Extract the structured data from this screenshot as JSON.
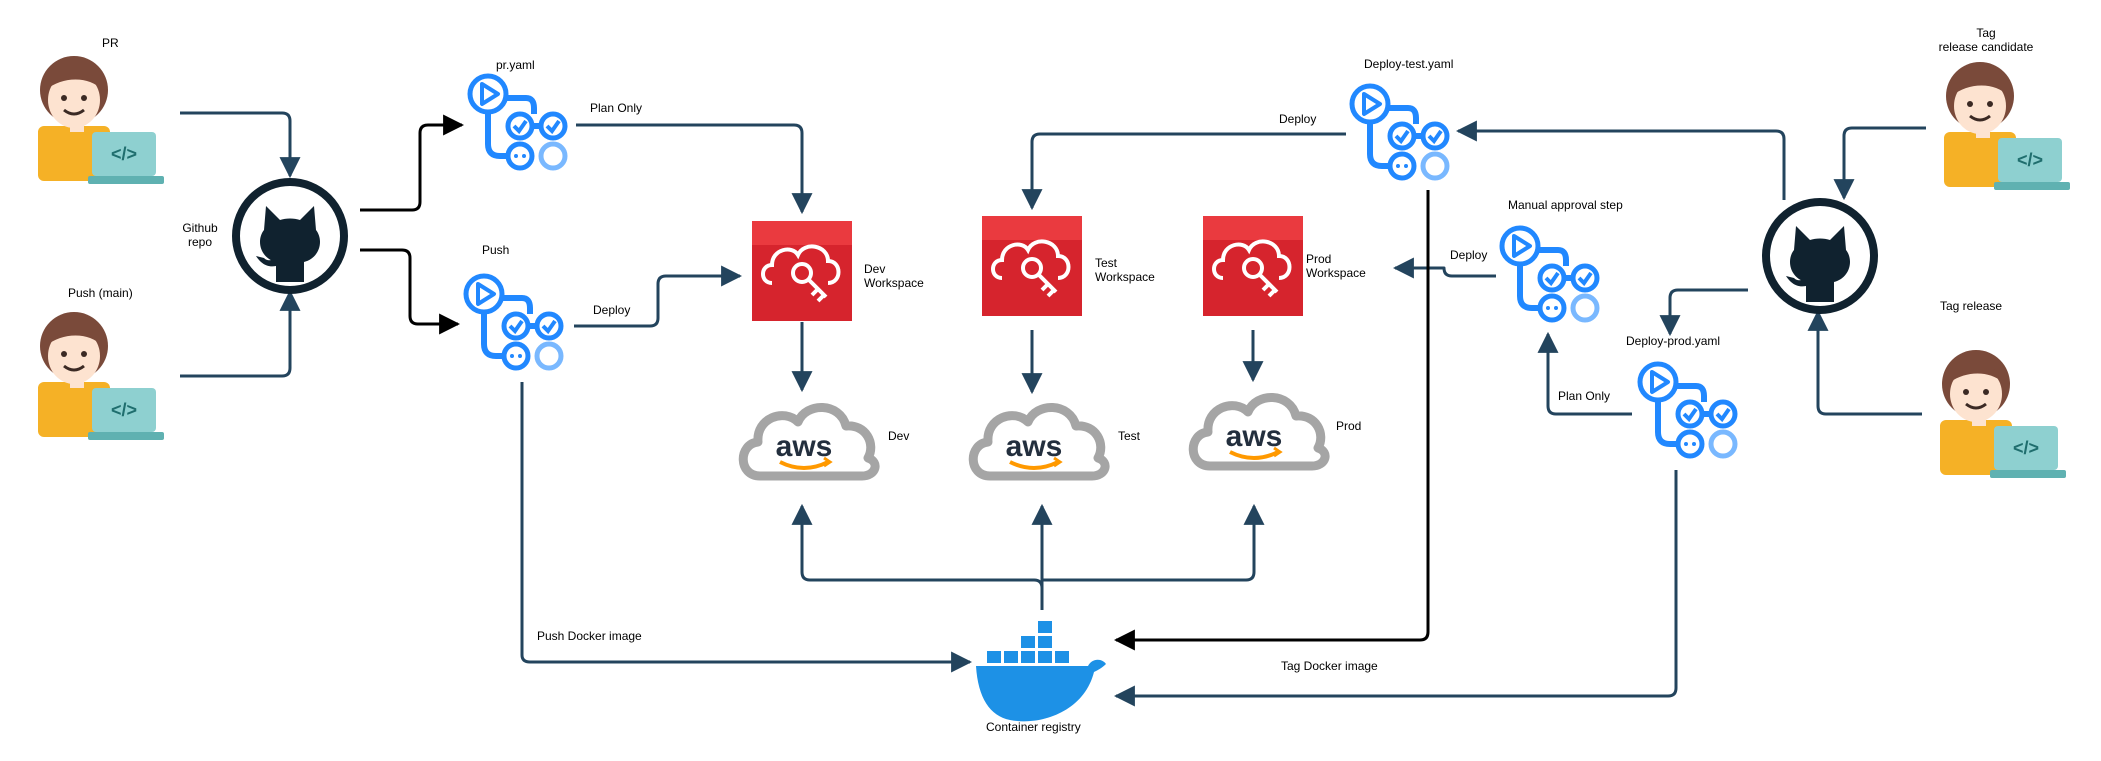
{
  "diagram": {
    "labels": {
      "pr": "PR",
      "push_main": "Push (main)",
      "github_repo": "Github\nrepo",
      "pr_yaml": "pr.yaml",
      "plan_only_1": "Plan Only",
      "push": "Push",
      "deploy_1": "Deploy",
      "dev_workspace": "Dev\nWorkspace",
      "test_workspace": "Test\nWorkspace",
      "prod_workspace": "Prod\nWorkspace",
      "dev": "Dev",
      "test": "Test",
      "prod": "Prod",
      "deploy_test_yaml": "Deploy-test.yaml",
      "deploy_2": "Deploy",
      "manual_approval": "Manual approval step",
      "deploy_3": "Deploy",
      "plan_only_2": "Plan Only",
      "deploy_prod_yaml": "Deploy-prod.yaml",
      "tag_rc": "Tag\nrelease candidate",
      "tag_release": "Tag release",
      "push_docker": "Push Docker image",
      "tag_docker": "Tag Docker image",
      "container_registry": "Container registry"
    },
    "icon_text": {
      "aws": "aws",
      "code": "</>"
    },
    "colors": {
      "edge": "#23445d",
      "edge_dark": "#000000",
      "actions_blue": "#2188ff",
      "actions_light": "#79b8ff",
      "vault_red": "#d6242d",
      "cloud_grey": "#a5a5a5",
      "aws_orange": "#f90",
      "docker_blue": "#1d91e6",
      "github_dark": "#10222f",
      "dev_shirt": "#f5b126",
      "dev_hair": "#7a4a3a",
      "dev_skin": "#fde3d0",
      "laptop": "#8ed0d0"
    }
  }
}
